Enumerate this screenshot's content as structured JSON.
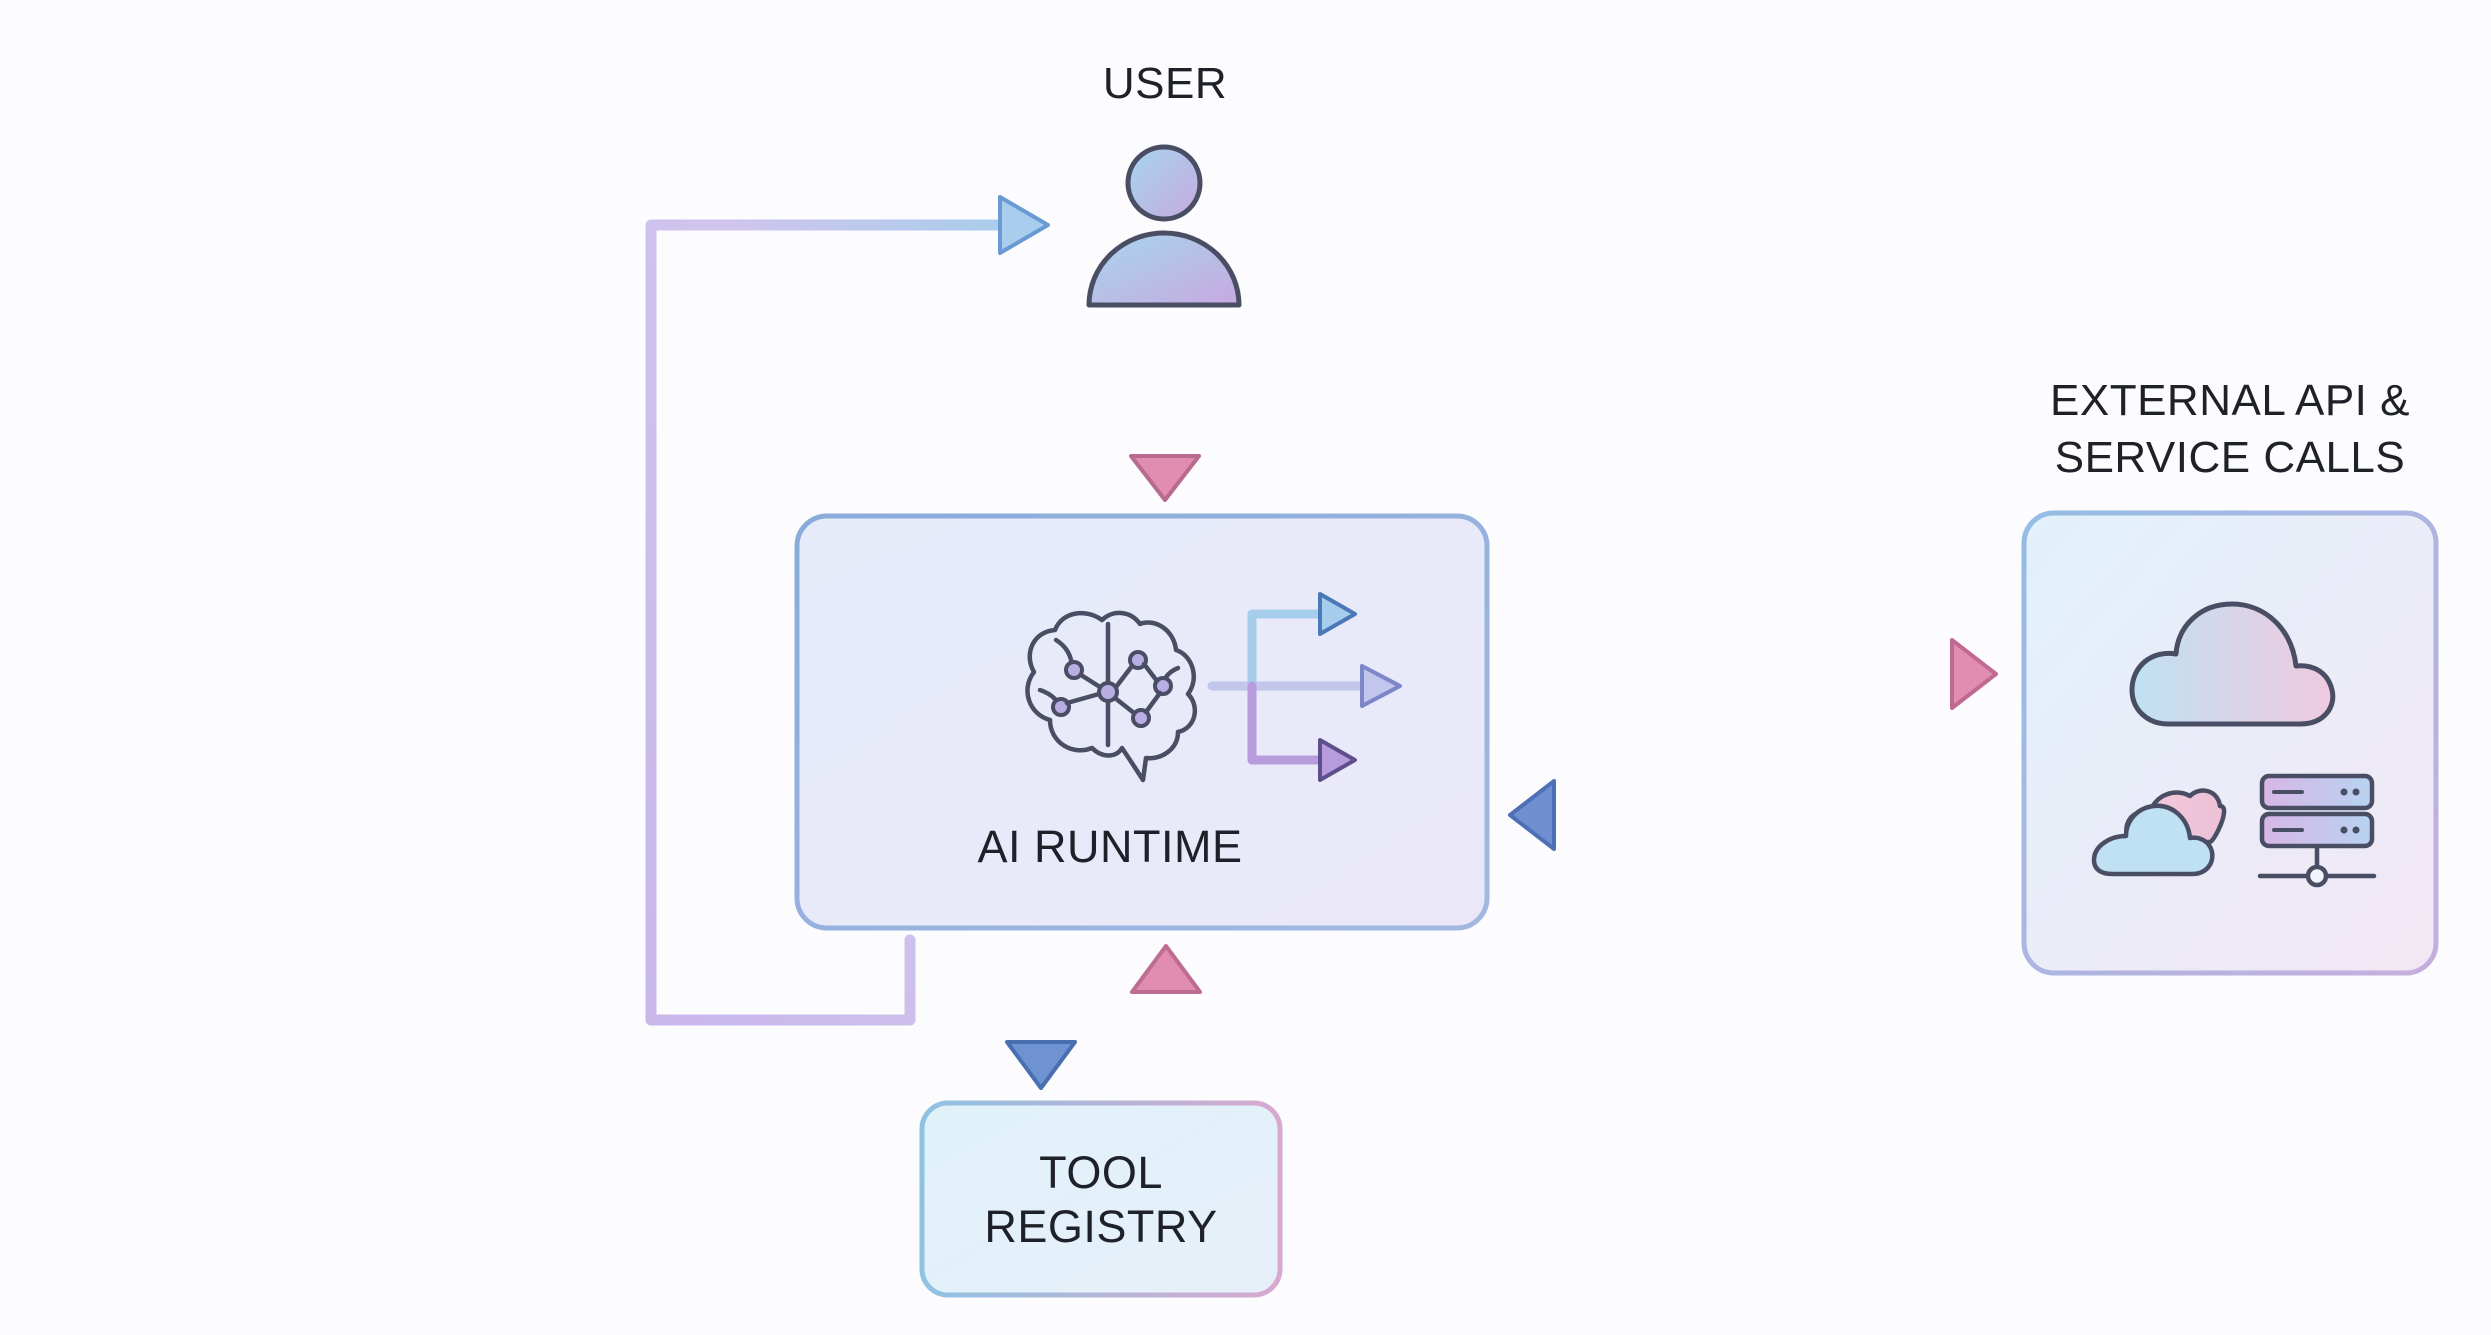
{
  "nodes": {
    "user": {
      "label": "USER"
    },
    "ai_runtime": {
      "label": "AI RUNTIME"
    },
    "tool_registry": {
      "label_lines": [
        "TOOL",
        "REGISTRY"
      ]
    },
    "external_api": {
      "label_lines": [
        "EXTERNAL API &",
        "SERVICE CALLS"
      ]
    }
  },
  "icons": {
    "user": "person-icon",
    "ai_runtime": "brain-network-icon",
    "ai_routing": "branching-arrows-icon",
    "external_api": [
      "cloud-icon",
      "small-cloud-icon",
      "server-stack-icon"
    ]
  },
  "colors": {
    "blue": "#7f9fd6",
    "pink": "#e08db0",
    "purple": "#b79bdc",
    "light_blue": "#a9cdec",
    "outline": "#4a4e64",
    "box_border": "#8fb1da",
    "box_fill": "#e9ebf9"
  }
}
